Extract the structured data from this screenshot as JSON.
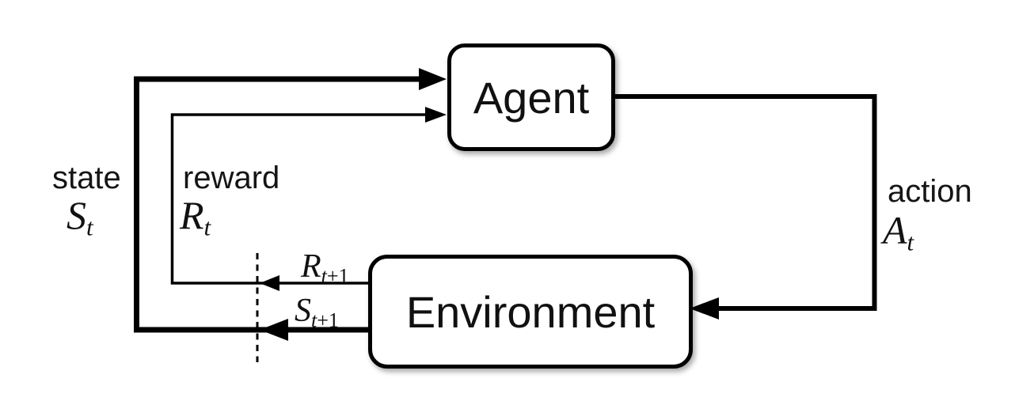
{
  "diagram": {
    "nodes": {
      "agent": {
        "label": "Agent"
      },
      "environment": {
        "label": "Environment"
      }
    },
    "labels": {
      "state": {
        "word": "state",
        "symbol": {
          "base": "S",
          "sub": "t",
          "sub_rest": ""
        }
      },
      "reward": {
        "word": "reward",
        "symbol": {
          "base": "R",
          "sub": "t",
          "sub_rest": ""
        }
      },
      "action": {
        "word": "action",
        "symbol": {
          "base": "A",
          "sub": "t",
          "sub_rest": ""
        }
      },
      "next_reward": {
        "symbol": {
          "base": "R",
          "sub": "t",
          "sub_rest": "+1"
        }
      },
      "next_state": {
        "symbol": {
          "base": "S",
          "sub": "t",
          "sub_rest": "+1"
        }
      }
    },
    "colors": {
      "stroke": "#000000",
      "background": "#ffffff",
      "text": "#111111"
    }
  }
}
